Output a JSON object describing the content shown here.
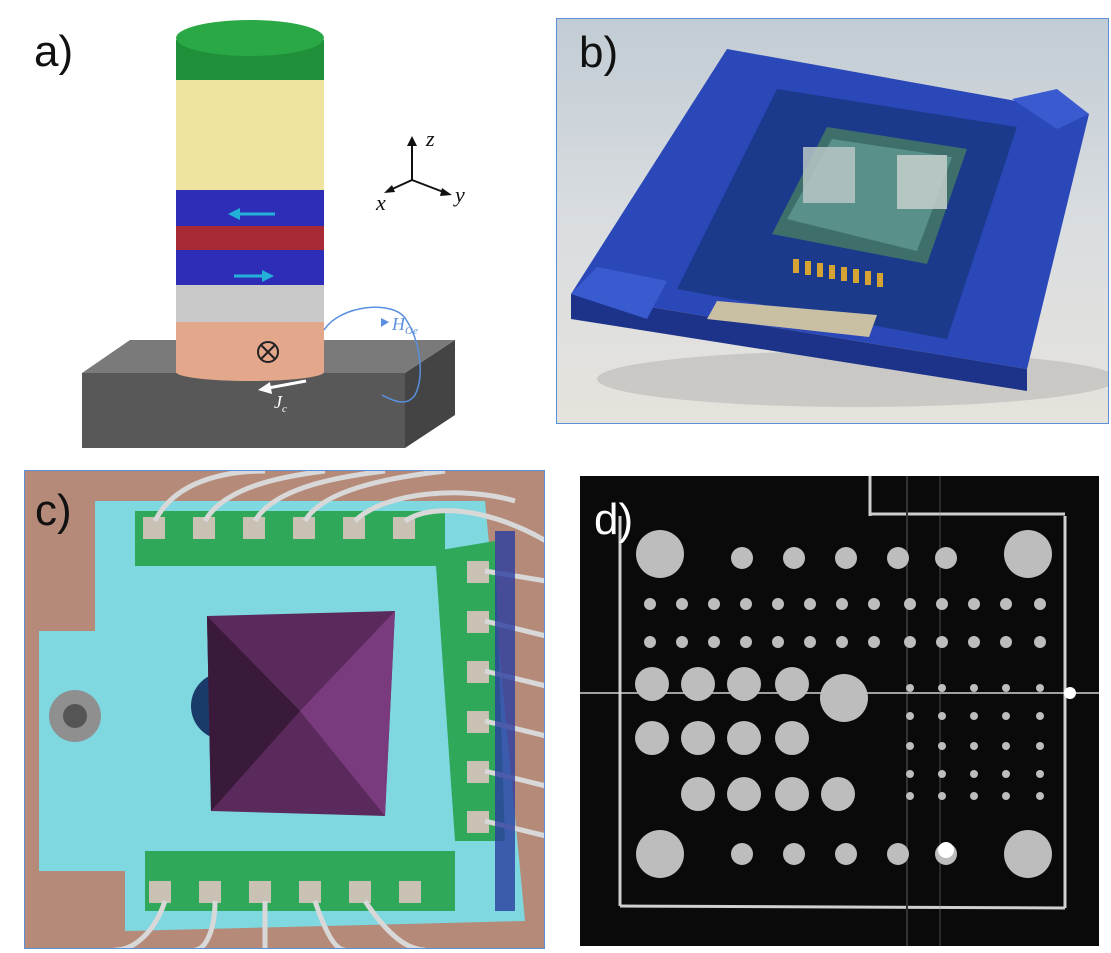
{
  "panels": {
    "a": {
      "label": "a)",
      "axes": {
        "z": "z",
        "x": "x",
        "y": "y"
      },
      "field_label": "H",
      "field_subscript": "Oe",
      "current_label": "J",
      "current_subscript": "c",
      "colors": {
        "top": "#1f8f3a",
        "cap": "#efe3a0",
        "fm": "#2d2db8",
        "spacer": "#a82a36",
        "seed": "#c9c9c9",
        "hm": "#e3a78b",
        "substrate": "#5c5c5c",
        "arrow": "#22b2d8"
      }
    },
    "b": {
      "label": "b)",
      "colors": {
        "holder": "#2b48b8",
        "pcb": "#1b3a8c"
      }
    },
    "c": {
      "label": "c)",
      "colors": {
        "mount": "#7fd7df",
        "pcb": "#2fa85a",
        "chip": "#5a2a5c"
      }
    },
    "d": {
      "label": "d)"
    }
  }
}
